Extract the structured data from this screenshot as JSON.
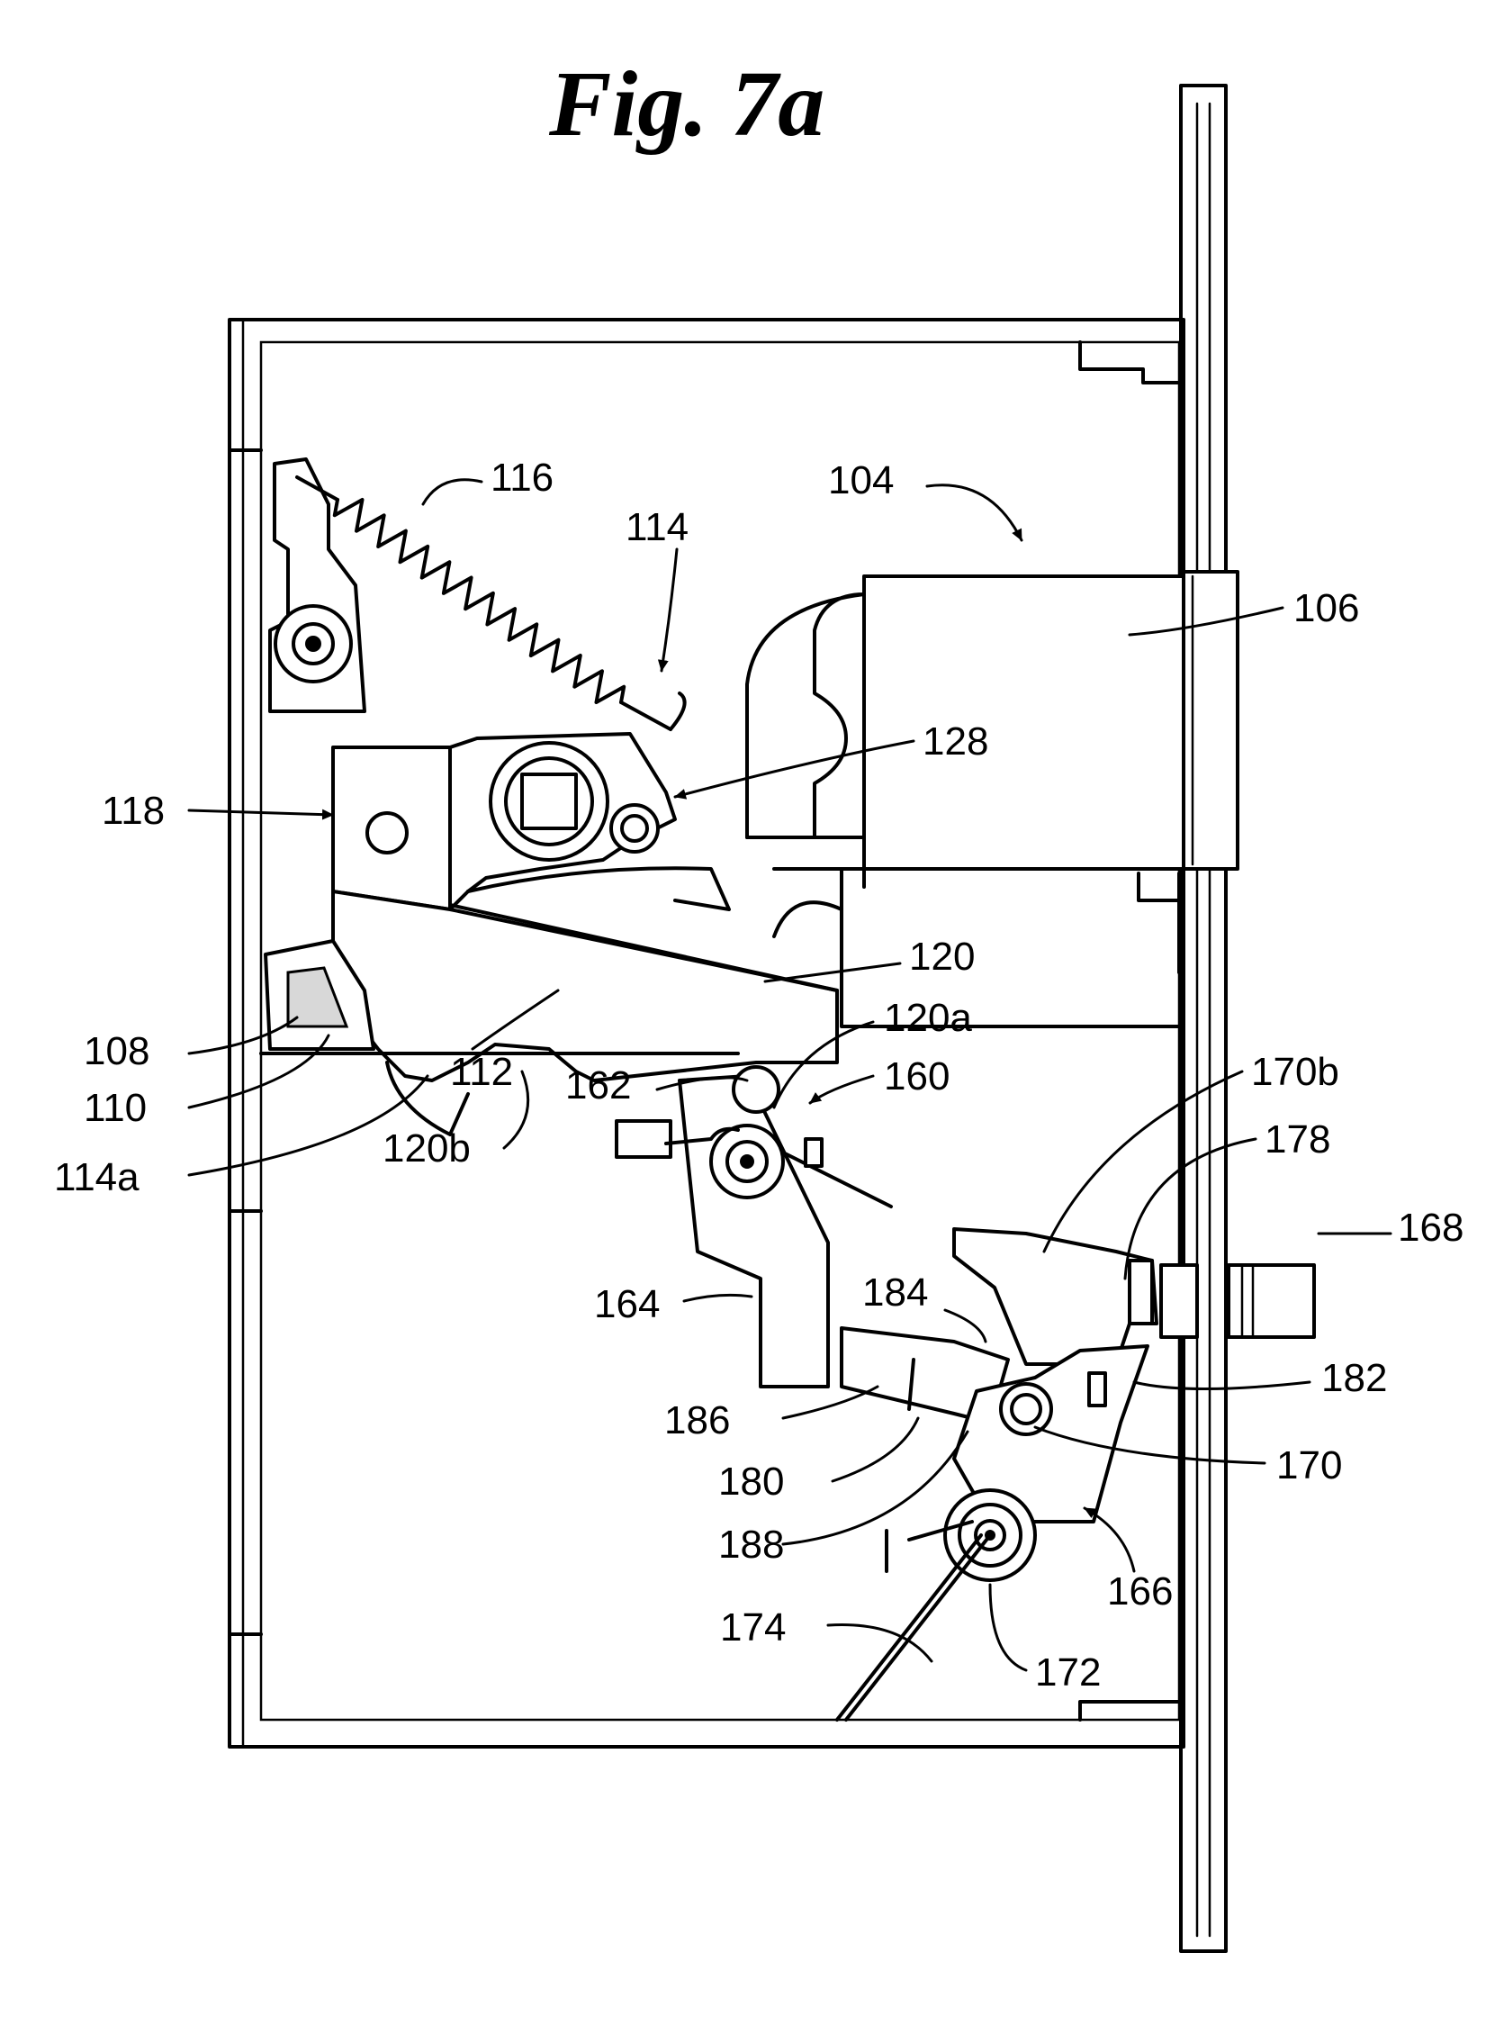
{
  "figure": {
    "title": "Fig. 7a"
  },
  "labels": {
    "l104": "104",
    "l106": "106",
    "l108": "108",
    "l110": "110",
    "l112": "112",
    "l114": "114",
    "l114a": "114a",
    "l116": "116",
    "l118": "118",
    "l120": "120",
    "l120a": "120a",
    "l120b": "120b",
    "l128": "128",
    "l160": "160",
    "l162": "162",
    "l164": "164",
    "l166": "166",
    "l168": "168",
    "l170": "170",
    "l170b": "170b",
    "l172": "172",
    "l174": "174",
    "l178": "178",
    "l180": "180",
    "l182": "182",
    "l184": "184",
    "l186": "186",
    "l188": "188"
  }
}
